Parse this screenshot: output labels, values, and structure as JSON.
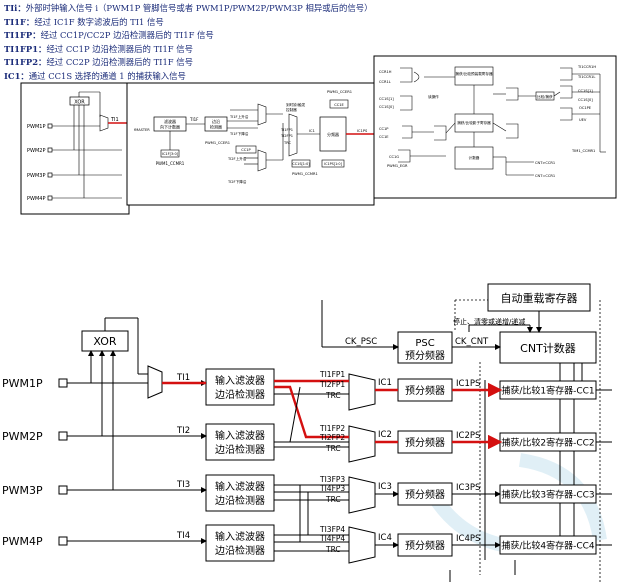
{
  "legend": [
    {
      "term": "TIi：",
      "desc": "外部时钟输入信号 i（PWM1P 管脚信号或者 PWM1P/PWM2P/PWM3P 相异或后的信号）"
    },
    {
      "term": "TI1F：",
      "desc": "经过 IC1F 数字滤波后的 TI1 信号"
    },
    {
      "term": "TI1FP：",
      "desc": "经过 CC1P/CC2P 边沿检测器后的 TI1F 信号"
    },
    {
      "term": "TI1FP1：",
      "desc": "经过 CC1P 边沿检测器后的 TI1F 信号"
    },
    {
      "term": "TI1FP2：",
      "desc": "经过 CC2P 边沿检测器后的 TI1F 信号"
    },
    {
      "term": "IC1：",
      "desc": "通过 CC1S 选择的通道 1 的捕获输入信号"
    }
  ],
  "top_diagram": {
    "xor": "XOR",
    "ports": [
      "PWM1P",
      "PWM2P",
      "PWM3P",
      "PWM4P"
    ],
    "ti1": "TI1",
    "fmaster": "fMASTER",
    "filter_box": [
      "滤波器",
      "向下计数器"
    ],
    "ic1f": "IC1F[3:0]",
    "ccmr1_a": "PWM1_CCMR1",
    "ti1f": "TI1F",
    "edge_box": [
      "边沿",
      "检测器"
    ],
    "rise": "TI1F上升沿",
    "fall": "TI1F下降沿",
    "rise2": "TI2F上升沿",
    "fall2": "TI2F下降沿",
    "to_clk": [
      "到时钟/触发",
      "控制器"
    ],
    "ccer1": "PWM1_CCER1",
    "cc1p": "CC1P",
    "fp": [
      "TI1FP1",
      "TI2FP1",
      "TRC"
    ],
    "ic1": "IC1",
    "div": [
      "分频器"
    ],
    "ccmr1_b": "PWM1_CCMR1",
    "ccer1_b": "PWM1_CCER1",
    "cc1e": "CC1E",
    "cc1s": "CC1S[1:0]",
    "icps": "IC1PS[1:0]",
    "icps_out": "IC1PS",
    "right_items": [
      "CCR1H",
      "CCR1L",
      "CC1S[1]",
      "CC1S[0]",
      "读操作",
      "CC1P",
      "CC1E",
      "CC1G",
      "PWM1_EGR",
      "捕获/比较预装载寄存器",
      "捕获/比较影子寄存器",
      "计数器",
      "比较/捕获",
      "CNT>CCR1",
      "CNT=CCR1",
      "OC1PE",
      "UEV",
      "TIM1_CCMR1",
      "TI1CCR1H",
      "TI1CCR1L",
      "CC1S[1]",
      "CC1S[0]"
    ]
  },
  "main_diagram": {
    "arr": "自动重载寄存器",
    "stop_note": "停止、清零或递增/递减",
    "ck_psc": "CK_PSC",
    "psc": [
      "PSC",
      "预分频器"
    ],
    "ck_cnt": "CK_CNT",
    "cnt": "CNT计数器",
    "xor": "XOR",
    "ports": [
      "PWM1P",
      "PWM2P",
      "PWM3P",
      "PWM4P"
    ],
    "ti": [
      "TI1",
      "TI2",
      "TI3",
      "TI4"
    ],
    "filter": [
      "输入滤波器",
      "边沿检测器"
    ],
    "fp_labels": [
      [
        "TI1FP1",
        "TI2FP1",
        "TRC"
      ],
      [
        "TI1FP2",
        "TI2FP2",
        "TRC"
      ],
      [
        "TI3FP3",
        "TI4FP3",
        "TRC"
      ],
      [
        "TI3FP4",
        "TI4FP4",
        "TRC"
      ]
    ],
    "ic": [
      "IC1",
      "IC2",
      "IC3",
      "IC4"
    ],
    "prescaler": "预分频器",
    "icps": [
      "IC1PS",
      "IC2PS",
      "IC3PS",
      "IC4PS"
    ],
    "capture": [
      "捕获/比较1寄存器-CC1",
      "捕获/比较2寄存器-CC2",
      "捕获/比较3寄存器-CC3",
      "捕获/比较4寄存器-CC4"
    ]
  }
}
